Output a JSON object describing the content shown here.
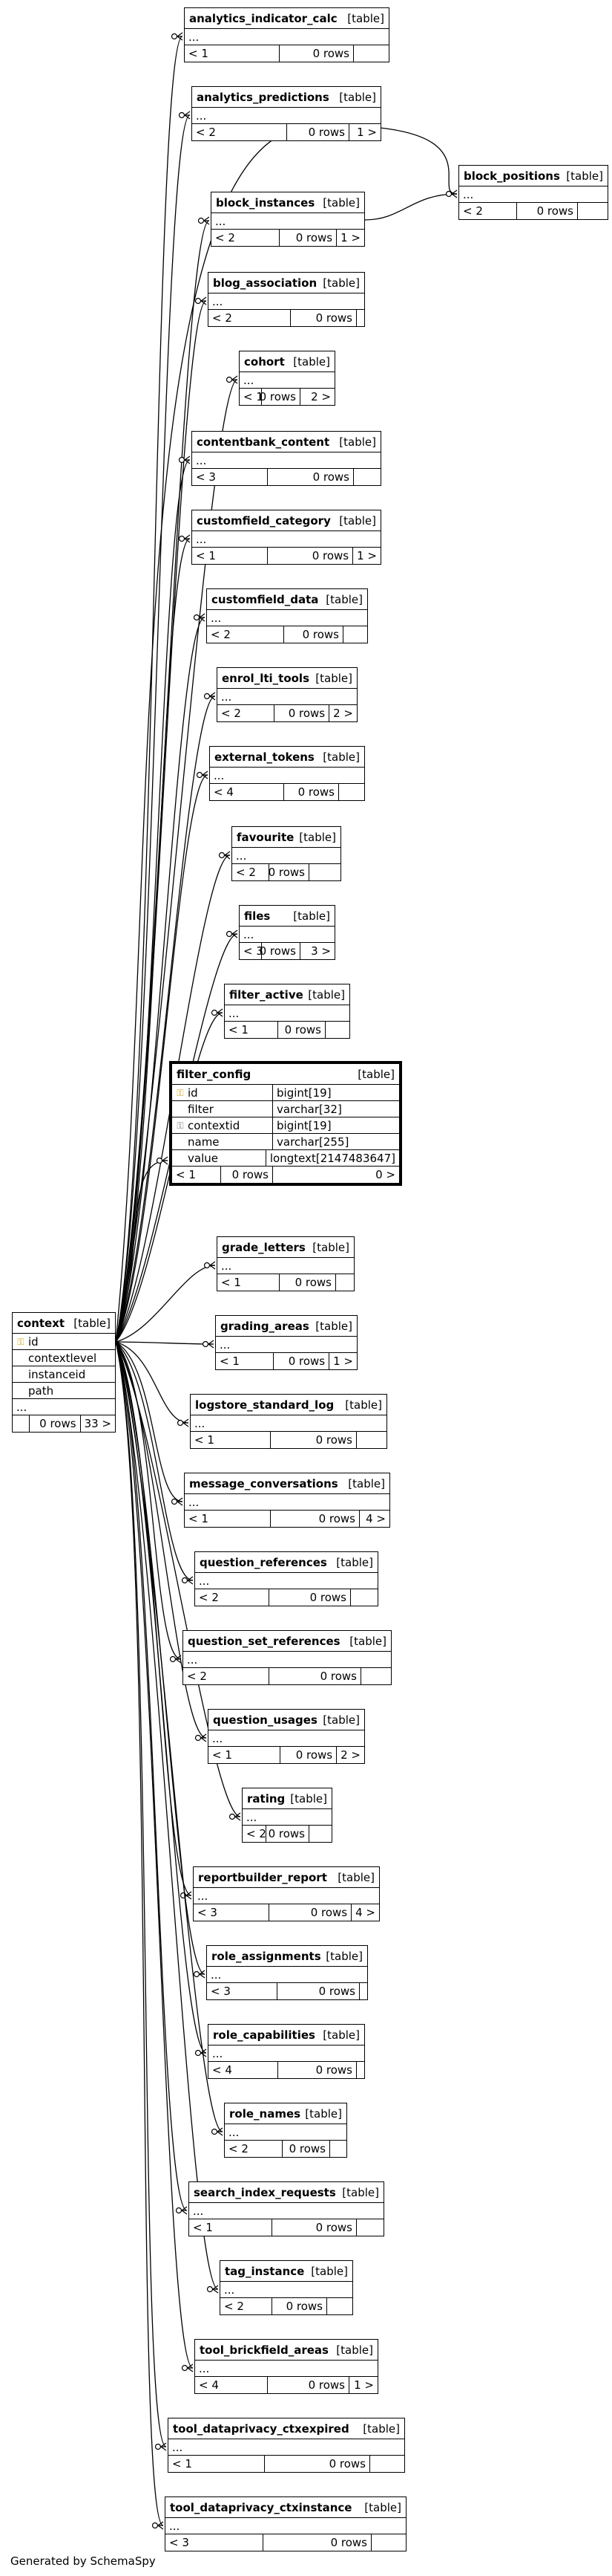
{
  "footer": "Generated by SchemaSpy",
  "marker_open": "...",
  "tables": [
    {
      "id": "analytics_indicator_calc",
      "name": "analytics_indicator_calc",
      "type": "[table]",
      "parents": "< 1",
      "rows": "0 rows",
      "children": ""
    },
    {
      "id": "analytics_predictions",
      "name": "analytics_predictions",
      "type": "[table]",
      "parents": "< 2",
      "rows": "0 rows",
      "children": "1 >"
    },
    {
      "id": "block_positions",
      "name": "block_positions",
      "type": "[table]",
      "parents": "< 2",
      "rows": "0 rows",
      "children": ""
    },
    {
      "id": "block_instances",
      "name": "block_instances",
      "type": "[table]",
      "parents": "< 2",
      "rows": "0 rows",
      "children": "1 >"
    },
    {
      "id": "blog_association",
      "name": "blog_association",
      "type": "[table]",
      "parents": "< 2",
      "rows": "0 rows",
      "children": ""
    },
    {
      "id": "cohort",
      "name": "cohort",
      "type": "[table]",
      "parents": "< 1",
      "rows": "0 rows",
      "children": "2 >"
    },
    {
      "id": "contentbank_content",
      "name": "contentbank_content",
      "type": "[table]",
      "parents": "< 3",
      "rows": "0 rows",
      "children": ""
    },
    {
      "id": "customfield_category",
      "name": "customfield_category",
      "type": "[table]",
      "parents": "< 1",
      "rows": "0 rows",
      "children": "1 >"
    },
    {
      "id": "customfield_data",
      "name": "customfield_data",
      "type": "[table]",
      "parents": "< 2",
      "rows": "0 rows",
      "children": ""
    },
    {
      "id": "enrol_lti_tools",
      "name": "enrol_lti_tools",
      "type": "[table]",
      "parents": "< 2",
      "rows": "0 rows",
      "children": "2 >"
    },
    {
      "id": "external_tokens",
      "name": "external_tokens",
      "type": "[table]",
      "parents": "< 4",
      "rows": "0 rows",
      "children": ""
    },
    {
      "id": "favourite",
      "name": "favourite",
      "type": "[table]",
      "parents": "< 2",
      "rows": "0 rows",
      "children": ""
    },
    {
      "id": "files",
      "name": "files",
      "type": "[table]",
      "parents": "< 3",
      "rows": "0 rows",
      "children": "3 >"
    },
    {
      "id": "filter_active",
      "name": "filter_active",
      "type": "[table]",
      "parents": "< 1",
      "rows": "0 rows",
      "children": ""
    },
    {
      "id": "grade_letters",
      "name": "grade_letters",
      "type": "[table]",
      "parents": "< 1",
      "rows": "0 rows",
      "children": ""
    },
    {
      "id": "grading_areas",
      "name": "grading_areas",
      "type": "[table]",
      "parents": "< 1",
      "rows": "0 rows",
      "children": "1 >"
    },
    {
      "id": "logstore_standard_log",
      "name": "logstore_standard_log",
      "type": "[table]",
      "parents": "< 1",
      "rows": "0 rows",
      "children": ""
    },
    {
      "id": "message_conversations",
      "name": "message_conversations",
      "type": "[table]",
      "parents": "< 1",
      "rows": "0 rows",
      "children": "4 >"
    },
    {
      "id": "question_references",
      "name": "question_references",
      "type": "[table]",
      "parents": "< 2",
      "rows": "0 rows",
      "children": ""
    },
    {
      "id": "question_set_references",
      "name": "question_set_references",
      "type": "[table]",
      "parents": "< 2",
      "rows": "0 rows",
      "children": ""
    },
    {
      "id": "question_usages",
      "name": "question_usages",
      "type": "[table]",
      "parents": "< 1",
      "rows": "0 rows",
      "children": "2 >"
    },
    {
      "id": "rating",
      "name": "rating",
      "type": "[table]",
      "parents": "< 2",
      "rows": "0 rows",
      "children": ""
    },
    {
      "id": "reportbuilder_report",
      "name": "reportbuilder_report",
      "type": "[table]",
      "parents": "< 3",
      "rows": "0 rows",
      "children": "4 >"
    },
    {
      "id": "role_assignments",
      "name": "role_assignments",
      "type": "[table]",
      "parents": "< 3",
      "rows": "0 rows",
      "children": ""
    },
    {
      "id": "role_capabilities",
      "name": "role_capabilities",
      "type": "[table]",
      "parents": "< 4",
      "rows": "0 rows",
      "children": ""
    },
    {
      "id": "role_names",
      "name": "role_names",
      "type": "[table]",
      "parents": "< 2",
      "rows": "0 rows",
      "children": ""
    },
    {
      "id": "search_index_requests",
      "name": "search_index_requests",
      "type": "[table]",
      "parents": "< 1",
      "rows": "0 rows",
      "children": ""
    },
    {
      "id": "tag_instance",
      "name": "tag_instance",
      "type": "[table]",
      "parents": "< 2",
      "rows": "0 rows",
      "children": ""
    },
    {
      "id": "tool_brickfield_areas",
      "name": "tool_brickfield_areas",
      "type": "[table]",
      "parents": "< 4",
      "rows": "0 rows",
      "children": "1 >"
    },
    {
      "id": "tool_dataprivacy_ctxexpired",
      "name": "tool_dataprivacy_ctxexpired",
      "type": "[table]",
      "parents": "< 1",
      "rows": "0 rows",
      "children": ""
    },
    {
      "id": "tool_dataprivacy_ctxinstance",
      "name": "tool_dataprivacy_ctxinstance",
      "type": "[table]",
      "parents": "< 3",
      "rows": "0 rows",
      "children": ""
    }
  ],
  "filter_config": {
    "name": "filter_config",
    "type": "[table]",
    "columns": [
      {
        "key": "pk",
        "icon": "primary-key-icon",
        "name": "id",
        "dtype": "bigint[19]"
      },
      {
        "key": "",
        "icon": "",
        "name": "filter",
        "dtype": "varchar[32]"
      },
      {
        "key": "fk",
        "icon": "foreign-key-icon",
        "name": "contextid",
        "dtype": "bigint[19]"
      },
      {
        "key": "",
        "icon": "",
        "name": "name",
        "dtype": "varchar[255]"
      },
      {
        "key": "",
        "icon": "",
        "name": "value",
        "dtype": "longtext[2147483647]"
      }
    ],
    "parents": "< 1",
    "rows": "0 rows",
    "children": "0 >"
  },
  "context": {
    "name": "context",
    "type": "[table]",
    "columns": [
      {
        "key": "pk",
        "icon": "primary-key-icon",
        "name": "id"
      },
      {
        "key": "",
        "icon": "",
        "name": "contextlevel"
      },
      {
        "key": "",
        "icon": "",
        "name": "instanceid"
      },
      {
        "key": "",
        "icon": "",
        "name": "path"
      }
    ],
    "more": "...",
    "parents": "",
    "rows": "0 rows",
    "children": "33 >"
  }
}
